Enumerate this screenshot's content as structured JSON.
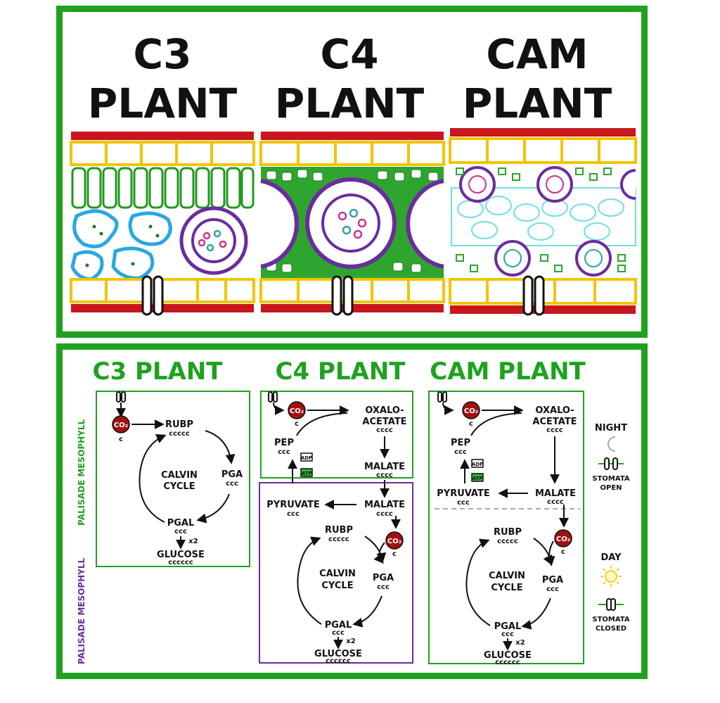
{
  "top": {
    "c3": {
      "line1": "C3",
      "line2": "PLANT"
    },
    "c4": {
      "line1": "C4",
      "line2": "PLANT"
    },
    "cam": {
      "line1": "CAM",
      "line2": "PLANT"
    }
  },
  "bottom": {
    "titles": {
      "c3": "C3 PLANT",
      "c4": "C4 PLANT",
      "cam": "CAM PLANT"
    },
    "side_labels": {
      "green": "PALISADE MESOPHYLL",
      "purple": "PALISADE MESOPHYLL"
    },
    "labels": {
      "co2": "CO₂",
      "c": "c",
      "rubp": "RUBP",
      "pga": "PGA",
      "pgal": "PGAL",
      "glucose": "GLUCOSE",
      "calvin1": "CALVIN",
      "calvin2": "CYCLE",
      "x2": "x2",
      "oxalo1": "OXALO-",
      "oxalo2": "ACETATE",
      "pep": "PEP",
      "malate": "MALATE",
      "pyruvate": "PYRUVATE",
      "adp": "ADP",
      "atp": "ATP",
      "ccc": "ccc",
      "cccc": "cccc",
      "ccccc": "ccccc",
      "cccccc": "cccccc"
    },
    "legend": {
      "night": "NIGHT",
      "day": "DAY",
      "open1": "STOMATA",
      "open2": "OPEN",
      "closed1": "STOMATA",
      "closed2": "CLOSED"
    }
  },
  "colors": {
    "green": "#1fa21f",
    "purple": "#6a2c9e",
    "red": "#c8161d",
    "yellow": "#f2c400",
    "cyan": "#6fe0e0",
    "blue": "#2aa7e0",
    "co2": "#a31010"
  }
}
